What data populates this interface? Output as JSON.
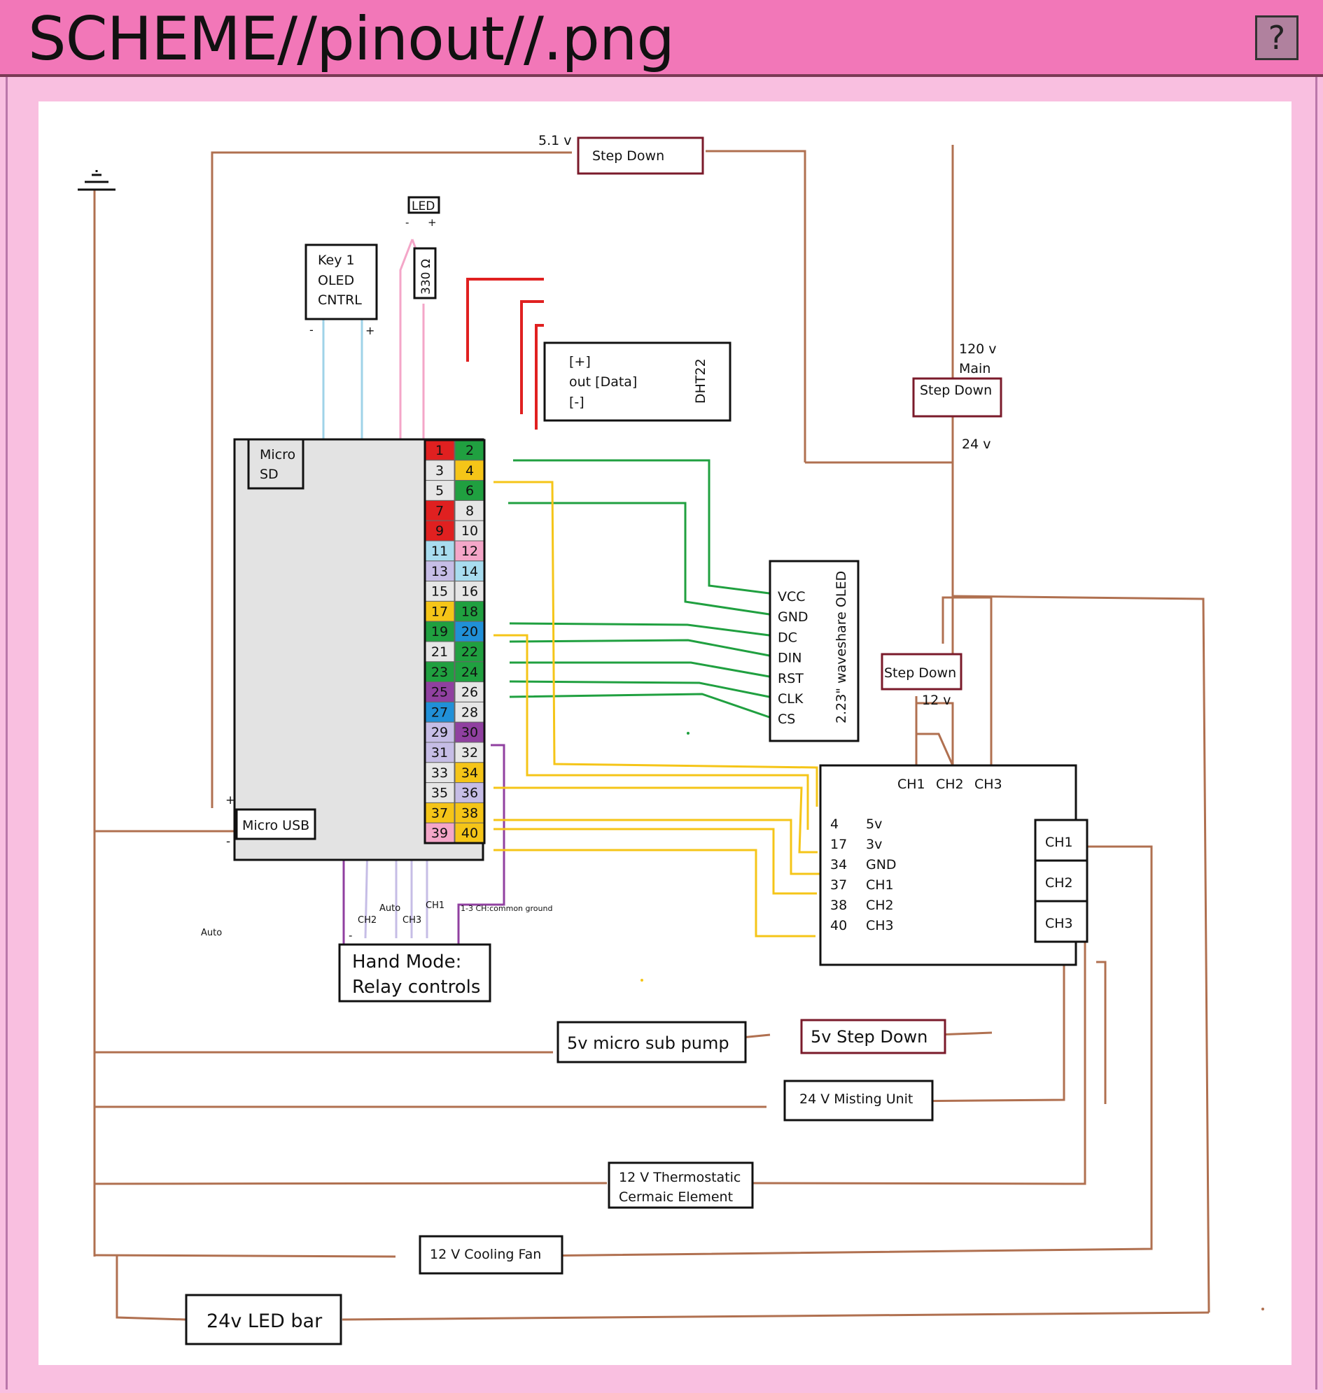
{
  "title": "SCHEME//pinout//.png",
  "help_label": "?",
  "colors": {
    "window_bg": "#f9bfe0",
    "titlebar": "#f277b8",
    "power_wire": "#b07050",
    "red_wire": "#e02020",
    "green_wire": "#20a040",
    "yellow_wire": "#f5c518",
    "blue_wire": "#9fd3e8",
    "pink_wire": "#f4a6c8",
    "lavender_wire": "#c6bde6",
    "purple_wire": "#9040a0",
    "stepdown_border": "#7a1a2a"
  },
  "components": {
    "step_down_top": "Step Down",
    "v51": "5.1 v",
    "led": "LED",
    "led_minus": "-",
    "led_plus": "+",
    "resistor": "330 Ω",
    "key1": [
      "Key 1",
      "OLED",
      "CNTRL"
    ],
    "key1_minus": "-",
    "key1_plus": "+",
    "dht": [
      "[+]",
      "out [Data]",
      "[-]"
    ],
    "dht_name": "DHT22",
    "micro_sd": [
      "Micro",
      "SD"
    ],
    "micro_usb": "Micro USB",
    "usb_plus": "+",
    "usb_minus": "-",
    "v120": [
      "120 v",
      "Main"
    ],
    "step_down_main": "Step Down",
    "v24": "24 v",
    "oled_pins": [
      "VCC",
      "GND",
      "DC",
      "DIN",
      "RST",
      "CLK",
      "CS"
    ],
    "oled_name": "2.23\" waveshare OLED",
    "step_down_12": "Step Down",
    "v12": "12 v",
    "relay_top": [
      "CH1",
      "CH2",
      "CH3"
    ],
    "relay_pins": [
      [
        "4",
        "5v"
      ],
      [
        "17",
        "3v"
      ],
      [
        "34",
        "GND"
      ],
      [
        "37",
        "CH1"
      ],
      [
        "38",
        "CH2"
      ],
      [
        "40",
        "CH3"
      ]
    ],
    "relay_side": [
      "CH1",
      "CH2",
      "CH3"
    ],
    "hand_mode": [
      "Hand Mode:",
      "Relay controls"
    ],
    "hm_minus": "-",
    "hm_labels": {
      "ch2": "CH2",
      "auto": "Auto",
      "ch3": "CH3",
      "ch1": "CH1",
      "common": "1-3 CH:common ground"
    },
    "auto_left": "Auto",
    "pump": "5v micro sub pump",
    "step_down_5v": "5v Step Down",
    "misting": "24 V Misting Unit",
    "thermo": [
      "12 V Thermostatic",
      "Cermaic Element"
    ],
    "fan": "12 V Cooling Fan",
    "ledbar": "24v LED bar"
  },
  "gpio": {
    "left": [
      {
        "n": "1",
        "c": "#e02020"
      },
      {
        "n": "3",
        "c": "#e6e6e6"
      },
      {
        "n": "5",
        "c": "#e6e6e6"
      },
      {
        "n": "7",
        "c": "#e02020"
      },
      {
        "n": "9",
        "c": "#e02020"
      },
      {
        "n": "11",
        "c": "#a8dcef"
      },
      {
        "n": "13",
        "c": "#c6bde6"
      },
      {
        "n": "15",
        "c": "#e6e6e6"
      },
      {
        "n": "17",
        "c": "#f5c518"
      },
      {
        "n": "19",
        "c": "#20a040"
      },
      {
        "n": "21",
        "c": "#e6e6e6"
      },
      {
        "n": "23",
        "c": "#20a040"
      },
      {
        "n": "25",
        "c": "#9040a0"
      },
      {
        "n": "27",
        "c": "#2090d8"
      },
      {
        "n": "29",
        "c": "#c6bde6"
      },
      {
        "n": "31",
        "c": "#c6bde6"
      },
      {
        "n": "33",
        "c": "#e6e6e6"
      },
      {
        "n": "35",
        "c": "#e6e6e6"
      },
      {
        "n": "37",
        "c": "#f5c518"
      },
      {
        "n": "39",
        "c": "#f4a6c8"
      }
    ],
    "right": [
      {
        "n": "2",
        "c": "#20a040"
      },
      {
        "n": "4",
        "c": "#f5c518"
      },
      {
        "n": "6",
        "c": "#20a040"
      },
      {
        "n": "8",
        "c": "#e6e6e6"
      },
      {
        "n": "10",
        "c": "#e6e6e6"
      },
      {
        "n": "12",
        "c": "#f4a6c8"
      },
      {
        "n": "14",
        "c": "#a8dcef"
      },
      {
        "n": "16",
        "c": "#e6e6e6"
      },
      {
        "n": "18",
        "c": "#20a040"
      },
      {
        "n": "20",
        "c": "#2090d8"
      },
      {
        "n": "22",
        "c": "#20a040"
      },
      {
        "n": "24",
        "c": "#20a040"
      },
      {
        "n": "26",
        "c": "#e6e6e6"
      },
      {
        "n": "28",
        "c": "#e6e6e6"
      },
      {
        "n": "30",
        "c": "#9040a0"
      },
      {
        "n": "32",
        "c": "#e6e6e6"
      },
      {
        "n": "34",
        "c": "#f5c518"
      },
      {
        "n": "36",
        "c": "#c6bde6"
      },
      {
        "n": "38",
        "c": "#f5c518"
      },
      {
        "n": "40",
        "c": "#f5c518"
      }
    ]
  }
}
